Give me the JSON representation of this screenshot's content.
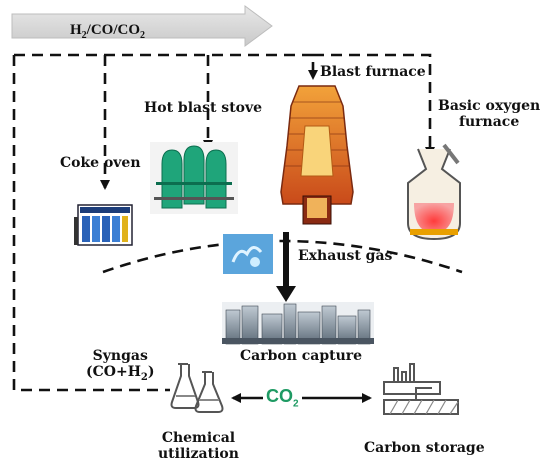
{
  "banner": {
    "parts": [
      "H",
      "2",
      "/CO/CO",
      "2"
    ]
  },
  "labels": {
    "blast_furnace": "Blast furnace",
    "hot_blast_stove": "Hot blast stove",
    "basic_oxygen_furnace_line1": "Basic oxygen",
    "basic_oxygen_furnace_line2": "furnace",
    "coke_oven": "Coke oven",
    "exhaust_gas": "Exhaust gas",
    "carbon_capture": "Carbon capture",
    "syngas_line1": "Syngas",
    "syngas_line2_parts": [
      "(CO+H",
      "2",
      ")"
    ],
    "chemical_utilization_line1": "Chemical",
    "chemical_utilization_line2": "utilization",
    "carbon_storage": "Carbon storage",
    "co2_badge_parts": [
      "C",
      "O",
      "2"
    ]
  },
  "colors": {
    "banner_arrow": "#d9d9d9",
    "stove_green": "#1fa57a",
    "furnace_orange": "#e8841c",
    "furnace_red": "#c0391b",
    "bof_pink": "#f06a6a",
    "co2_green": "#1e9a63",
    "coke_oven_blue": "#2a62b8",
    "exhaust_blue": "#4aa5d8",
    "line_black": "#111111"
  },
  "icons": {
    "blast_furnace": "blast-furnace-icon",
    "hot_blast_stove": "hot-blast-stove-icon",
    "basic_oxygen_furnace": "basic-oxygen-furnace-icon",
    "coke_oven": "coke-oven-icon",
    "exhaust": "exhaust-gas-image",
    "carbon_capture_plant": "carbon-capture-plant-icon",
    "chemical_flasks": "chemical-flasks-icon",
    "carbon_storage": "carbon-storage-icon",
    "co2_badge": "co2-badge-icon"
  }
}
